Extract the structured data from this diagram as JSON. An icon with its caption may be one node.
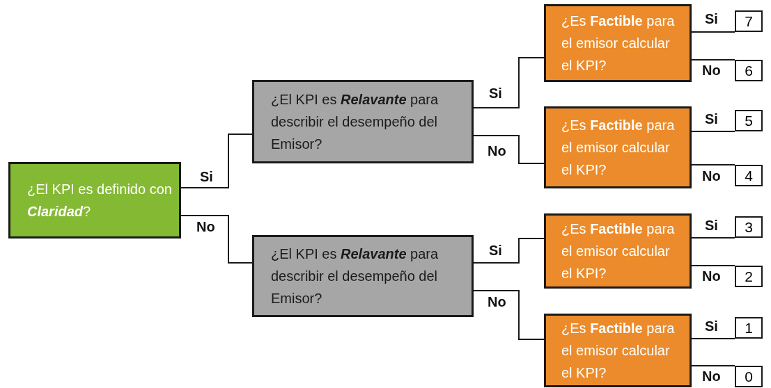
{
  "diagram": {
    "nodes": [
      {
        "text": [
          "¿El KPI es definido con **Claridad**?"
        ]
      },
      {
        "text": [
          "¿El KPI es **Relavante** para describir el desempeño del Emisor?"
        ]
      },
      {
        "text": [
          "¿El KPI es **Relavante** para describir el desempeño del Emisor?"
        ]
      },
      {
        "text": [
          "¿Es **Factible** para el emisor calcular el KPI?"
        ]
      },
      {
        "text": [
          "¿Es **Factible** para el emisor calcular el KPI?"
        ]
      },
      {
        "text": [
          "¿Es **Factible** para el emisor calcular el KPI?"
        ]
      },
      {
        "text": [
          "¿Es **Factible** para el emisor calcular el KPI?"
        ]
      },
      {
        "text": [
          "7"
        ]
      },
      {
        "text": [
          "6"
        ]
      },
      {
        "text": [
          "5"
        ]
      },
      {
        "text": [
          "4"
        ]
      },
      {
        "text": [
          "3"
        ]
      },
      {
        "text": [
          "2"
        ]
      },
      {
        "text": [
          "1"
        ]
      },
      {
        "text": [
          "0"
        ]
      }
    ],
    "edges": [
      {
        "from": 0,
        "to": 1,
        "arrow": "none",
        "label": "Si"
      },
      {
        "from": 0,
        "to": 2,
        "arrow": "none",
        "label": "No"
      },
      {
        "from": 1,
        "to": 3,
        "arrow": "none",
        "label": "Si"
      },
      {
        "from": 1,
        "to": 4,
        "arrow": "none",
        "label": "No"
      },
      {
        "from": 2,
        "to": 5,
        "arrow": "none",
        "label": "Si"
      },
      {
        "from": 2,
        "to": 6,
        "arrow": "none",
        "label": "No"
      },
      {
        "from": 3,
        "to": 7,
        "arrow": "none",
        "label": "Si"
      },
      {
        "from": 3,
        "to": 8,
        "arrow": "none",
        "label": "No"
      },
      {
        "from": 4,
        "to": 9,
        "arrow": "none",
        "label": "Si"
      },
      {
        "from": 4,
        "to": 10,
        "arrow": "none",
        "label": "No"
      },
      {
        "from": 5,
        "to": 11,
        "arrow": "none",
        "label": "Si"
      },
      {
        "from": 5,
        "to": 12,
        "arrow": "none",
        "label": "No"
      },
      {
        "from": 6,
        "to": 13,
        "arrow": "none",
        "label": "Si"
      },
      {
        "from": 6,
        "to": 14,
        "arrow": "none",
        "label": "No"
      }
    ]
  }
}
